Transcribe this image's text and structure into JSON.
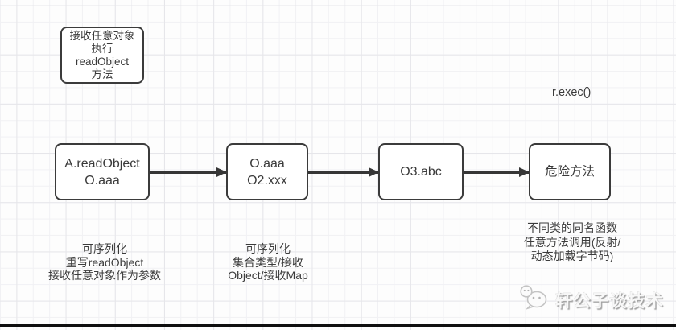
{
  "diagram": {
    "note_box": {
      "lines": [
        "接收任意对象",
        "执行",
        "readObject",
        "方法"
      ]
    },
    "nodes": [
      {
        "id": "node-1",
        "lines": [
          "A.readObject",
          "O.aaa"
        ]
      },
      {
        "id": "node-2",
        "lines": [
          "O.aaa",
          "O2.xxx"
        ]
      },
      {
        "id": "node-3",
        "lines": [
          "O3.abc"
        ]
      },
      {
        "id": "node-4",
        "lines": [
          "危险方法"
        ]
      }
    ],
    "exec_label": "r.exec()",
    "notes": [
      {
        "lines": [
          "可序列化",
          "重写readObject",
          "接收任意对象作为参数"
        ]
      },
      {
        "lines": [
          "可序列化",
          "集合类型/接收",
          "Object/接收Map"
        ]
      },
      {
        "lines": [
          "不同类的同名函数",
          "任意方法调用(反射/",
          "动态加载字节码)"
        ]
      }
    ],
    "watermark": {
      "icon": "wechat-icon",
      "text": "轩公子谈技术"
    },
    "colors": {
      "node_border": "#3b3b3b",
      "node_fill": "#ffffff",
      "text": "#3c3c3c",
      "arrow": "#363636",
      "grid_minor": "#f1f1f4",
      "grid_major": "#e6e6ea",
      "watermark_shadow": "#a2a2a2",
      "bottom_rule": "#0f0f0f"
    }
  }
}
